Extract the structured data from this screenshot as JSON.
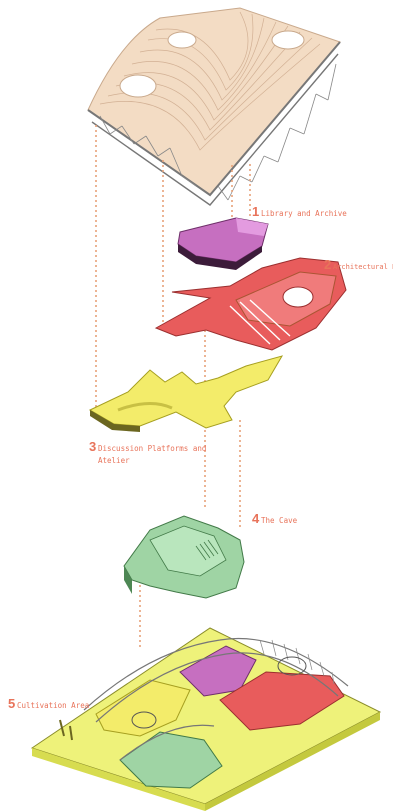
{
  "labels": [
    {
      "number": "1",
      "text": "Library and Archive"
    },
    {
      "number": "2",
      "text": "Architectural Playgr"
    },
    {
      "number": "3",
      "text": "Discussion Platforms and",
      "text2": "Atelier"
    },
    {
      "number": "4",
      "text": "The Cave"
    },
    {
      "number": "5",
      "text": "Cultivation Area"
    }
  ],
  "colors": {
    "roof": "#f3dcc4",
    "roof_line": "#d2b094",
    "library": "#c66fc0",
    "playground": "#e85c5c",
    "platforms": "#f3ec6a",
    "cave": "#9fd4a4",
    "cultivation": "#eef27a",
    "leader": "#e7a27a",
    "label": "#e8735a"
  }
}
